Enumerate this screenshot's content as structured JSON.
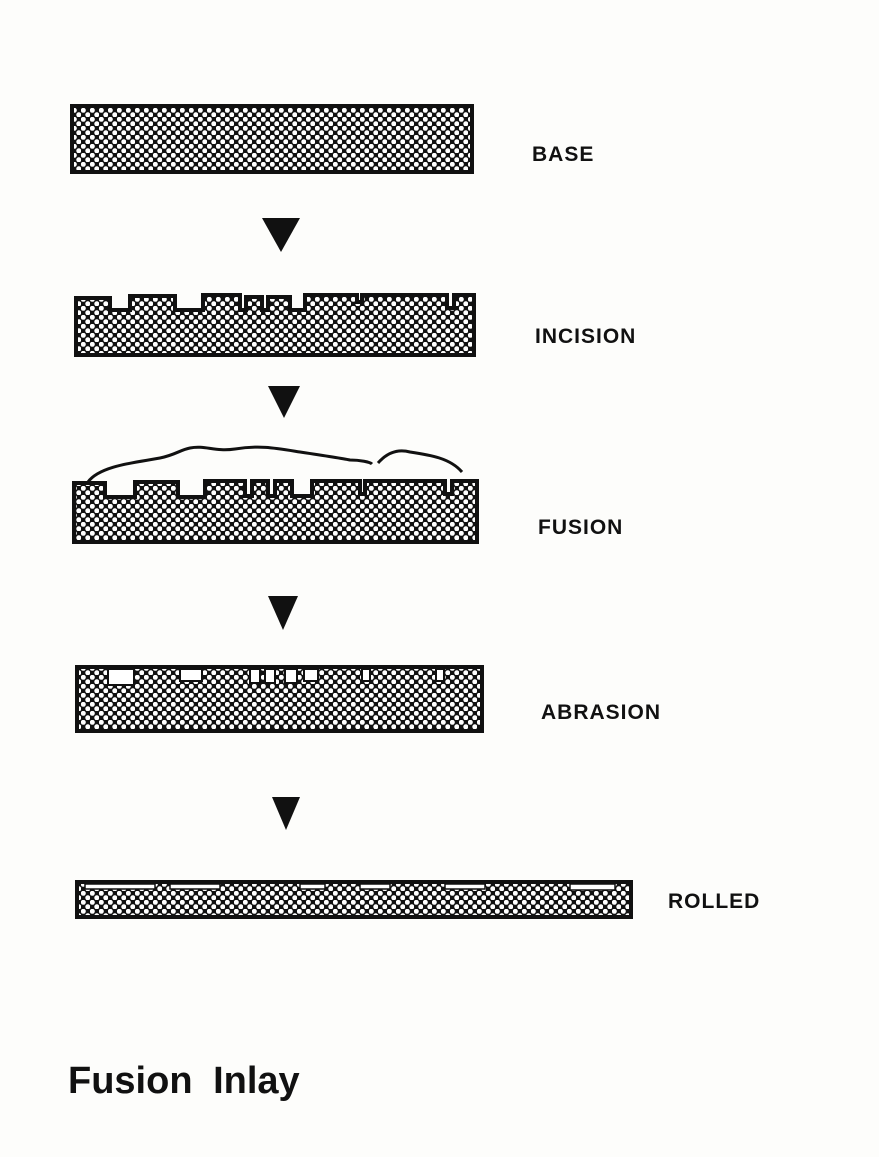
{
  "diagram": {
    "title": "Fusion Inlay",
    "steps": [
      {
        "label": "BASE"
      },
      {
        "label": "INCISION"
      },
      {
        "label": "FUSION"
      },
      {
        "label": "ABRASION"
      },
      {
        "label": "ROLLED"
      }
    ],
    "colors": {
      "ink": "#111111",
      "paper": "#fdfdfb"
    }
  }
}
